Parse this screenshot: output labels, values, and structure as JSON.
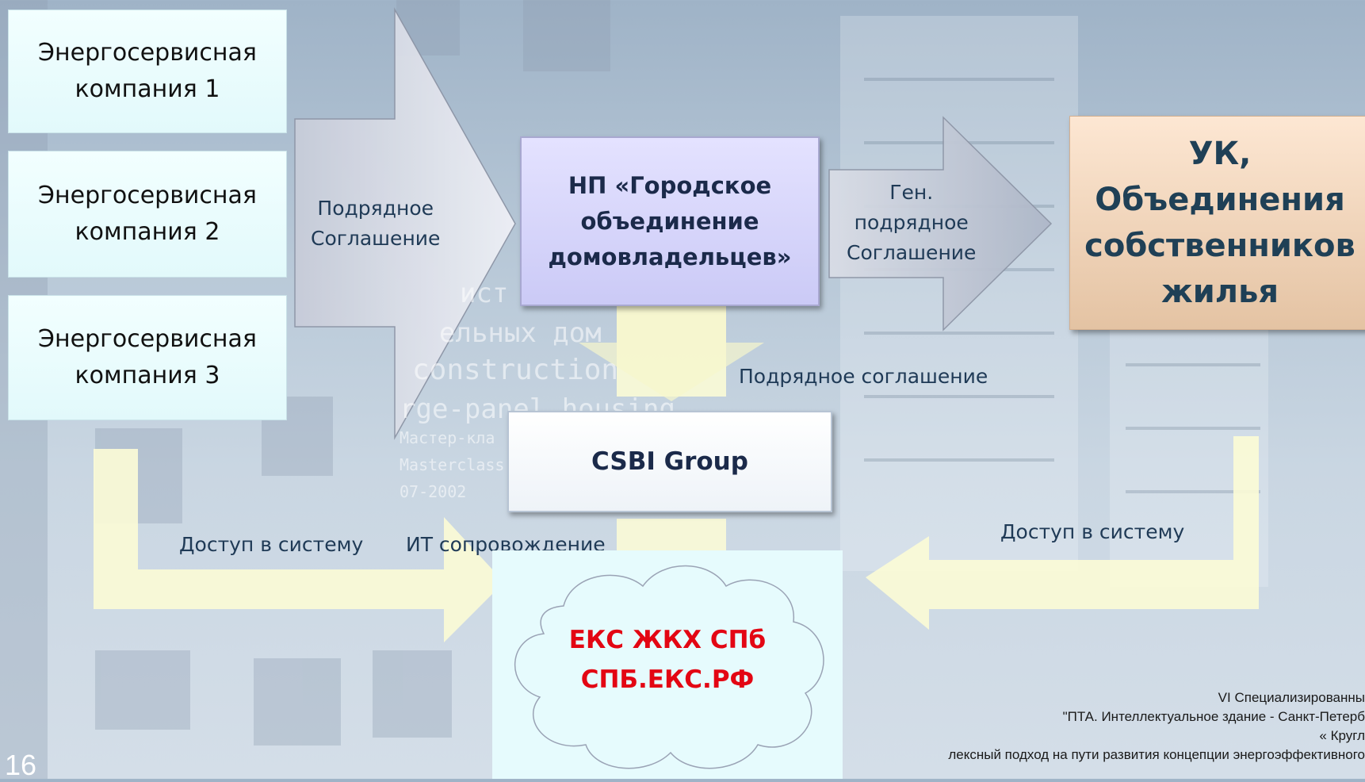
{
  "companies": [
    {
      "line1": "Энергосервисная",
      "line2": "компания 1"
    },
    {
      "line1": "Энергосервисная",
      "line2": "компания 2"
    },
    {
      "line1": "Энергосервисная",
      "line2": "компания 3"
    }
  ],
  "contract_arrow_label": {
    "line1": "Подрядное",
    "line2": "Соглашение"
  },
  "np_box": {
    "line1": "НП «Городское",
    "line2": "объединение",
    "line3": "домовладельцев»"
  },
  "gen_arrow_label": {
    "line1": "Ген.",
    "line2": "подрядное",
    "line3": "Соглашение"
  },
  "uk_box": {
    "line1": "УК,",
    "line2": "Объединения",
    "line3": "собственников",
    "line4": "жилья"
  },
  "contract_down_label": "Подрядное соглашение",
  "csbi_box": "CSBI Group",
  "access_left_label": "Доступ в систему",
  "it_support_label": "ИТ сопровождение",
  "access_right_label": "Доступ в систему",
  "cloud": {
    "line1": "ЕКС ЖКХ СПб",
    "line2": "СПБ.ЕКС.РФ"
  },
  "page_number": "16",
  "footer": {
    "line1": "VI Специализированны",
    "line2": "\"ПТА. Интеллектуальное здание - Санкт-Петерб",
    "line3": "« Кругл",
    "line4": "лексный подход на пути развития концепции энергоэффективного"
  },
  "watermark": {
    "line1": "ист",
    "line2": "ельных дом",
    "line3": "construction",
    "line4": "rge-panel housing",
    "line5": "Мастер-кла",
    "line6": "Masterclass",
    "line7": "07-2002"
  },
  "colors": {
    "cloud_text": "#e30613",
    "box_text": "#1b2a4a",
    "np_fill": "#cbcaf6",
    "uk_fill": "#e4c3a3",
    "company_fill": "#e2f9fb",
    "yellow_arrow": "#fbfbd6"
  }
}
